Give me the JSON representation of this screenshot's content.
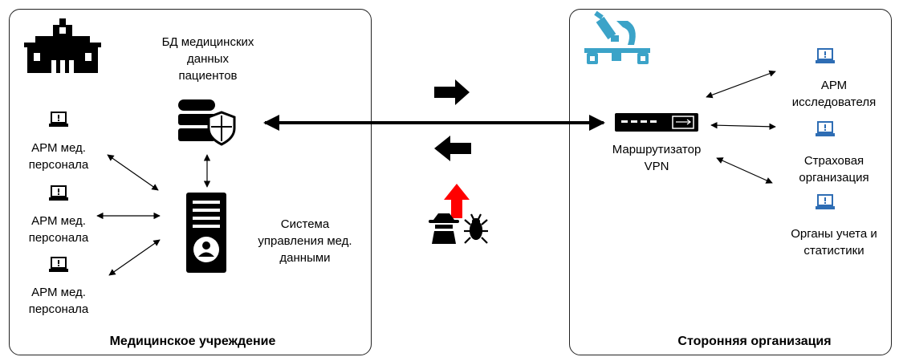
{
  "left_panel": {
    "title": "Медицинское учреждение",
    "database": {
      "line1": "БД медицинских",
      "line2": "данных",
      "line3": "пациентов",
      "icon": "database-shield-icon"
    },
    "workstations": [
      {
        "line1": "АРМ мед.",
        "line2": "персонала"
      },
      {
        "line1": "АРМ мед.",
        "line2": "персонала"
      },
      {
        "line1": "АРМ мед.",
        "line2": "персонала"
      }
    ],
    "server": {
      "line1": "Система",
      "line2": "управления мед.",
      "line3": "данными",
      "icon": "server-user-icon"
    },
    "logo_icon": "hospital-building-icon"
  },
  "right_panel": {
    "title": "Сторонняя организация",
    "logo_icon": "microscope-icon",
    "router": {
      "line1": "Маршрутизатор",
      "line2": "VPN",
      "icon": "router-icon"
    },
    "clients": [
      {
        "line1": "АРМ",
        "line2": "исследователя"
      },
      {
        "line1": "Страховая",
        "line2": "организация"
      },
      {
        "line1": "Органы учета и",
        "line2": "статистики"
      }
    ]
  },
  "channel": {
    "threat_icons": [
      "spy-icon",
      "bug-icon"
    ],
    "colors": {
      "threat_arrow": "#ff0000",
      "logo": "#3ba3c8",
      "laptop": "#2e6db4"
    }
  }
}
